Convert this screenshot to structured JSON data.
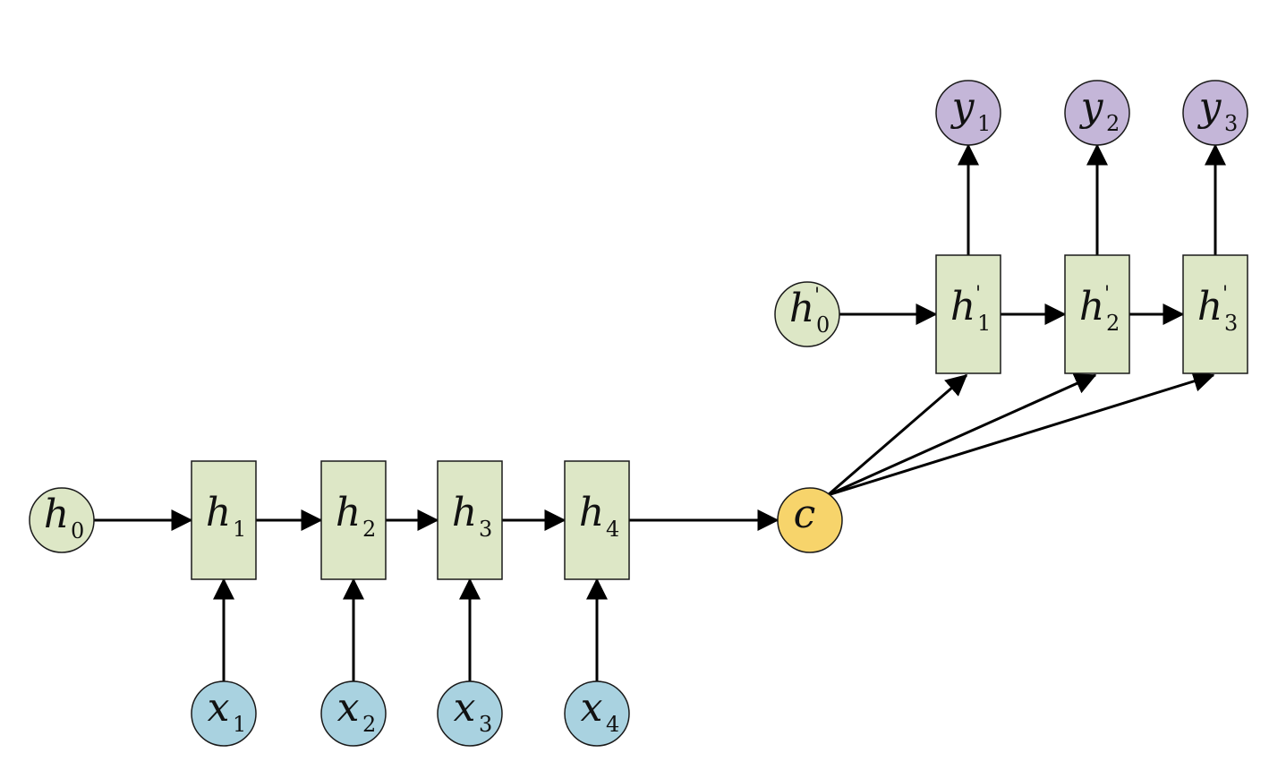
{
  "colors": {
    "hidden_fill": "#dde7c6",
    "input_fill": "#a9d2e0",
    "output_fill": "#c4b6d8",
    "context_fill": "#f7d46b",
    "init_fill": "#dde7c6",
    "arrow": "#000000"
  },
  "encoder": {
    "initial_state": {
      "var": "h",
      "sub": "0"
    },
    "hidden": [
      {
        "var": "h",
        "sub": "1"
      },
      {
        "var": "h",
        "sub": "2"
      },
      {
        "var": "h",
        "sub": "3"
      },
      {
        "var": "h",
        "sub": "4"
      }
    ],
    "inputs": [
      {
        "var": "x",
        "sub": "1"
      },
      {
        "var": "x",
        "sub": "2"
      },
      {
        "var": "x",
        "sub": "3"
      },
      {
        "var": "x",
        "sub": "4"
      }
    ]
  },
  "context": {
    "var": "c"
  },
  "decoder": {
    "initial_state": {
      "var": "h",
      "sub": "0",
      "prime": "'"
    },
    "hidden": [
      {
        "var": "h",
        "sub": "1",
        "prime": "'"
      },
      {
        "var": "h",
        "sub": "2",
        "prime": "'"
      },
      {
        "var": "h",
        "sub": "3",
        "prime": "'"
      }
    ],
    "outputs": [
      {
        "var": "y",
        "sub": "1"
      },
      {
        "var": "y",
        "sub": "2"
      },
      {
        "var": "y",
        "sub": "3"
      }
    ]
  }
}
